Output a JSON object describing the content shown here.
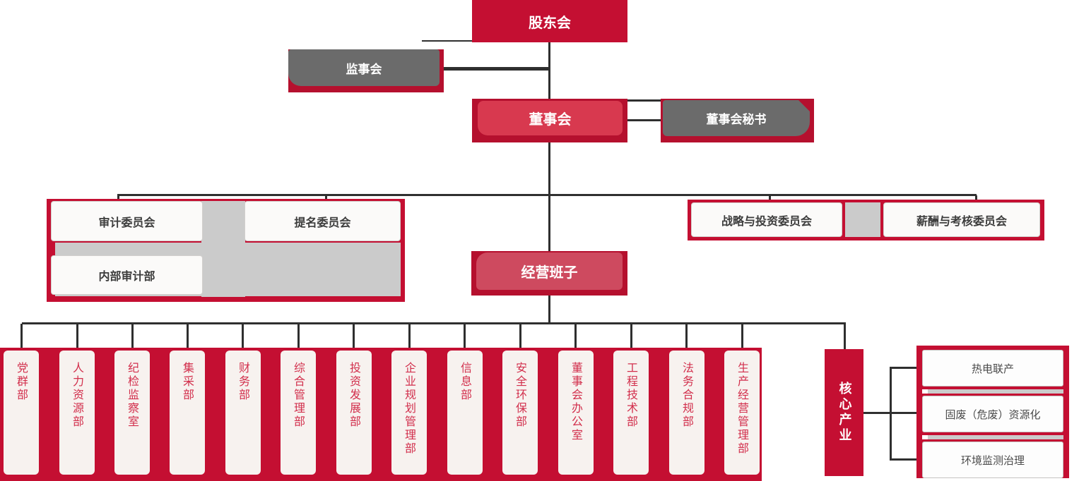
{
  "nodes": {
    "shareholders": "股东会",
    "supervisory_board": "监事会",
    "board_of_directors": "董事会",
    "board_secretary": "董事会秘书",
    "audit_committee": "审计委员会",
    "nomination_committee": "提名委员会",
    "strategy_investment_committee": "战略与投资委员会",
    "compensation_assessment_committee": "薪酬与考核委员会",
    "internal_audit_dept": "内部审计部",
    "management_team": "经营班子",
    "core_industry": "核心产业"
  },
  "departments": [
    "党群部",
    "人力资源部",
    "纪检监察室",
    "集采部",
    "财务部",
    "综合管理部",
    "投资发展部",
    "企业规划管理部",
    "信息部",
    "安全环保部",
    "董事会办公室",
    "工程技术部",
    "法务合规部",
    "生产经营管理部"
  ],
  "core_businesses": [
    "热电联产",
    "固废（危废）资源化",
    "环境监测治理"
  ],
  "colors": {
    "primary_red": "#C40F32",
    "frame_red": "#B5102E",
    "board_fill": "#D8394F",
    "management_fill": "#CE4A5F",
    "gray_box": "#6B6B6B",
    "gray_fill": "#CBCBCB",
    "connector_line": "#2F2F2F",
    "panel_white": "#FBFAF9",
    "dept_box_white": "#F7F2EF",
    "dept_text_red": "#D22F4C",
    "committee_text": "#3C3C3C",
    "business_text": "#4A4A4A"
  }
}
